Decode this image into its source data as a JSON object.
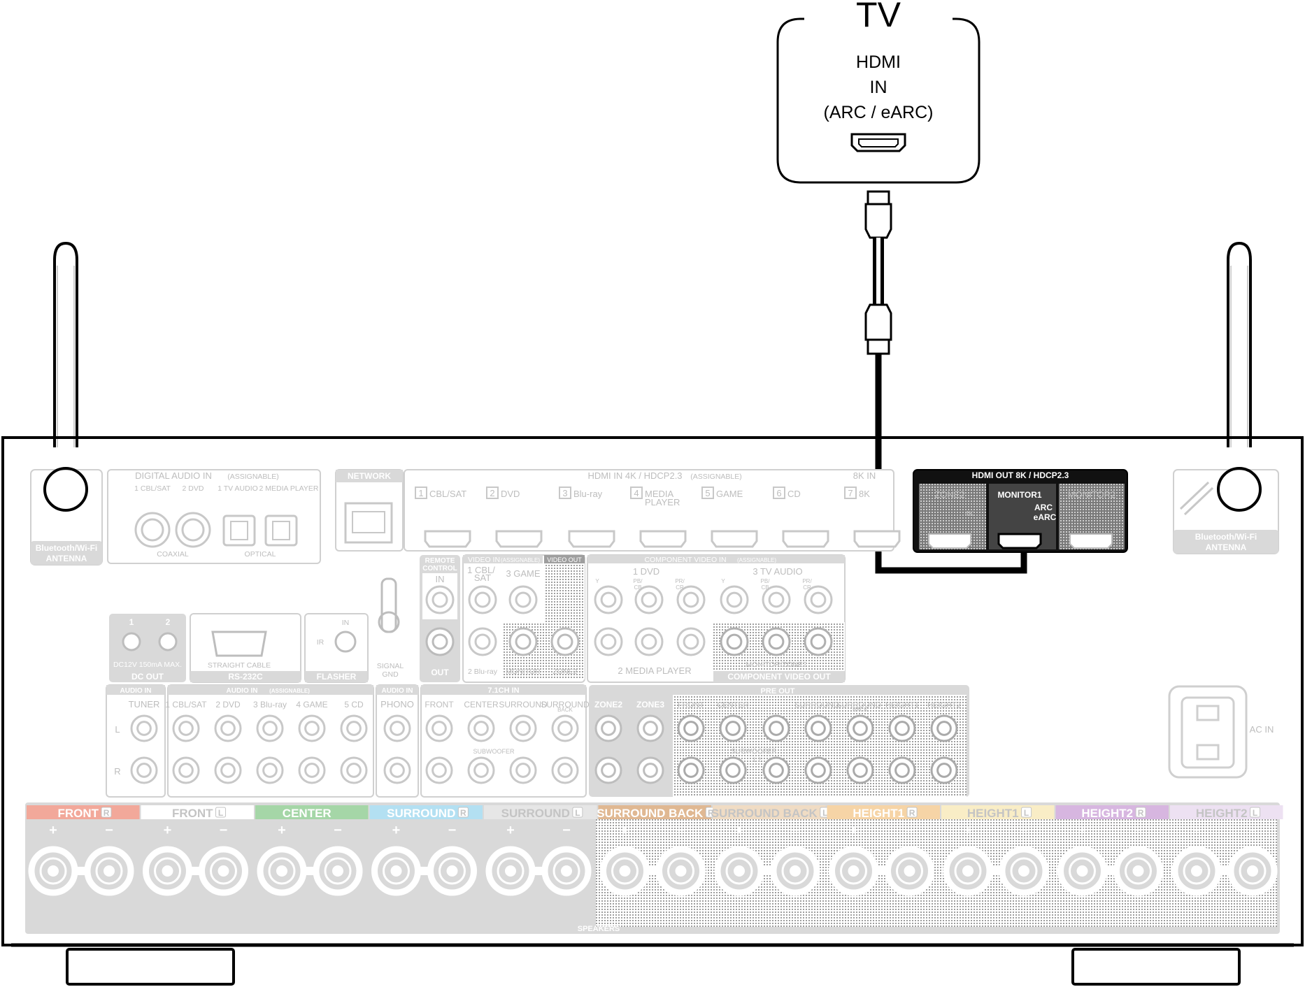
{
  "tv": {
    "title": "TV",
    "port_line1": "HDMI",
    "port_line2": "IN",
    "port_line3": "(ARC / eARC)"
  },
  "antenna": {
    "left_line1": "Bluetooth/Wi-Fi",
    "left_line2": "ANTENNA",
    "right_line1": "Bluetooth/Wi-Fi",
    "right_line2": "ANTENNA"
  },
  "digital_audio": {
    "title": "DIGITAL AUDIO IN",
    "assignable": "(ASSIGNABLE)",
    "inputs": [
      "1 CBL/SAT",
      "2 DVD",
      "1 TV AUDIO",
      "2 MEDIA PLAYER"
    ],
    "coaxial": "COAXIAL",
    "optical": "OPTICAL"
  },
  "network": {
    "title": "NETWORK"
  },
  "hdmi_in": {
    "title": "HDMI IN   4K / HDCP2.3",
    "assignable": "(ASSIGNABLE)",
    "inputs": [
      {
        "num": "1",
        "label": "CBL/SAT"
      },
      {
        "num": "2",
        "label": "DVD"
      },
      {
        "num": "3",
        "label": "Blu-ray"
      },
      {
        "num": "4",
        "label": "MEDIA"
      },
      {
        "num": "5",
        "label": "GAME"
      },
      {
        "num": "6",
        "label": "CD"
      },
      {
        "num": "7",
        "label": "8K"
      }
    ],
    "input4_line2": "PLAYER",
    "header_8k": "8K IN"
  },
  "hdmi_out": {
    "title": "HDMI OUT   8K / HDCP2.3",
    "zone2": "ZONE2",
    "zone2_sub": "4K",
    "monitor1": "MONITOR1",
    "arc": "ARC",
    "earc": "eARC",
    "monitor2": "MONITOR2"
  },
  "dc_out": {
    "nums": [
      "1",
      "2"
    ],
    "spec": "DC12V 150mA MAX.",
    "title": "DC OUT"
  },
  "rs232c": {
    "cable": "STRAIGHT CABLE",
    "title": "RS-232C"
  },
  "flasher": {
    "in": "IN",
    "ir": "IR",
    "title": "FLASHER"
  },
  "signal_gnd": {
    "line1": "SIGNAL",
    "line2": "GND"
  },
  "remote": {
    "title1": "REMOTE",
    "title2": "CONTROL",
    "in": "IN",
    "out": "OUT"
  },
  "video_in": {
    "title": "VIDEO IN",
    "assignable": "(ASSIGNABLE)",
    "in1": "1 CBL/",
    "in1b": "SAT",
    "in3": "3 GAME",
    "in2": "2 Blu-ray"
  },
  "video_out": {
    "title": "VIDEO OUT",
    "monitor": "MONITOR",
    "zone2": "ZONE2"
  },
  "component_in": {
    "title": "COMPONENT VIDEO IN",
    "assignable": "(ASSIGNABLE)",
    "dvd": "1  DVD",
    "tv_audio": "3  TV AUDIO",
    "media": "2  MEDIA PLAYER",
    "y": "Y",
    "pb": "PB/",
    "cb": "CB",
    "pr": "PR/",
    "cr": "CR"
  },
  "component_out": {
    "zone": "MONITOR/ZONE2",
    "title": "COMPONENT VIDEO OUT"
  },
  "audio_in_tuner": {
    "title": "AUDIO IN",
    "tuner": "TUNER",
    "l": "L",
    "r": "R"
  },
  "audio_in_assignable": {
    "title": "AUDIO IN",
    "assignable": "(ASSIGNABLE)",
    "inputs": [
      "1 CBL/SAT",
      "2 DVD",
      "3 Blu-ray",
      "4 GAME",
      "5 CD"
    ]
  },
  "audio_in_phono": {
    "title": "AUDIO IN",
    "phono": "PHONO"
  },
  "ch71_in": {
    "title": "7.1CH IN",
    "inputs": [
      "FRONT",
      "CENTER",
      "SURROUND",
      "SURROUND"
    ],
    "back": "BACK",
    "subwoofer": "SUBWOOFER"
  },
  "pre_out": {
    "title": "PRE OUT",
    "zone2": "ZONE2",
    "zone3": "ZONE3",
    "inputs": [
      "FRONT",
      "CENTER",
      "SURROUND",
      "SURROUND",
      "HEIGHT1",
      "HEIGHT2"
    ],
    "back": "BACK",
    "subwoofer": "SUBWOOFER",
    "sub_nums": "1  2"
  },
  "ac_in": {
    "label": "AC IN"
  },
  "speakers": {
    "title": "SPEAKERS",
    "channels": [
      {
        "label": "FRONT",
        "side": "R",
        "color": "#f2a89a"
      },
      {
        "label": "FRONT",
        "side": "L",
        "color": "#ffffff"
      },
      {
        "label": "CENTER",
        "side": "",
        "color": "#a5d6a7"
      },
      {
        "label": "SURROUND",
        "side": "R",
        "color": "#b3e0f2"
      },
      {
        "label": "SURROUND",
        "side": "L",
        "color": "#e6e6e6"
      },
      {
        "label": "SURROUND BACK",
        "side": "R",
        "color": "#e0b892"
      },
      {
        "label": "SURROUND BACK",
        "side": "L",
        "color": "#f0dcc4"
      },
      {
        "label": "HEIGHT1",
        "side": "R",
        "color": "#f6d4a6"
      },
      {
        "label": "HEIGHT1",
        "side": "L",
        "color": "#f9edc6"
      },
      {
        "label": "HEIGHT2",
        "side": "R",
        "color": "#d7b6e0"
      },
      {
        "label": "HEIGHT2",
        "side": "L",
        "color": "#ede1f2"
      }
    ],
    "plus": "+",
    "minus": "−"
  }
}
